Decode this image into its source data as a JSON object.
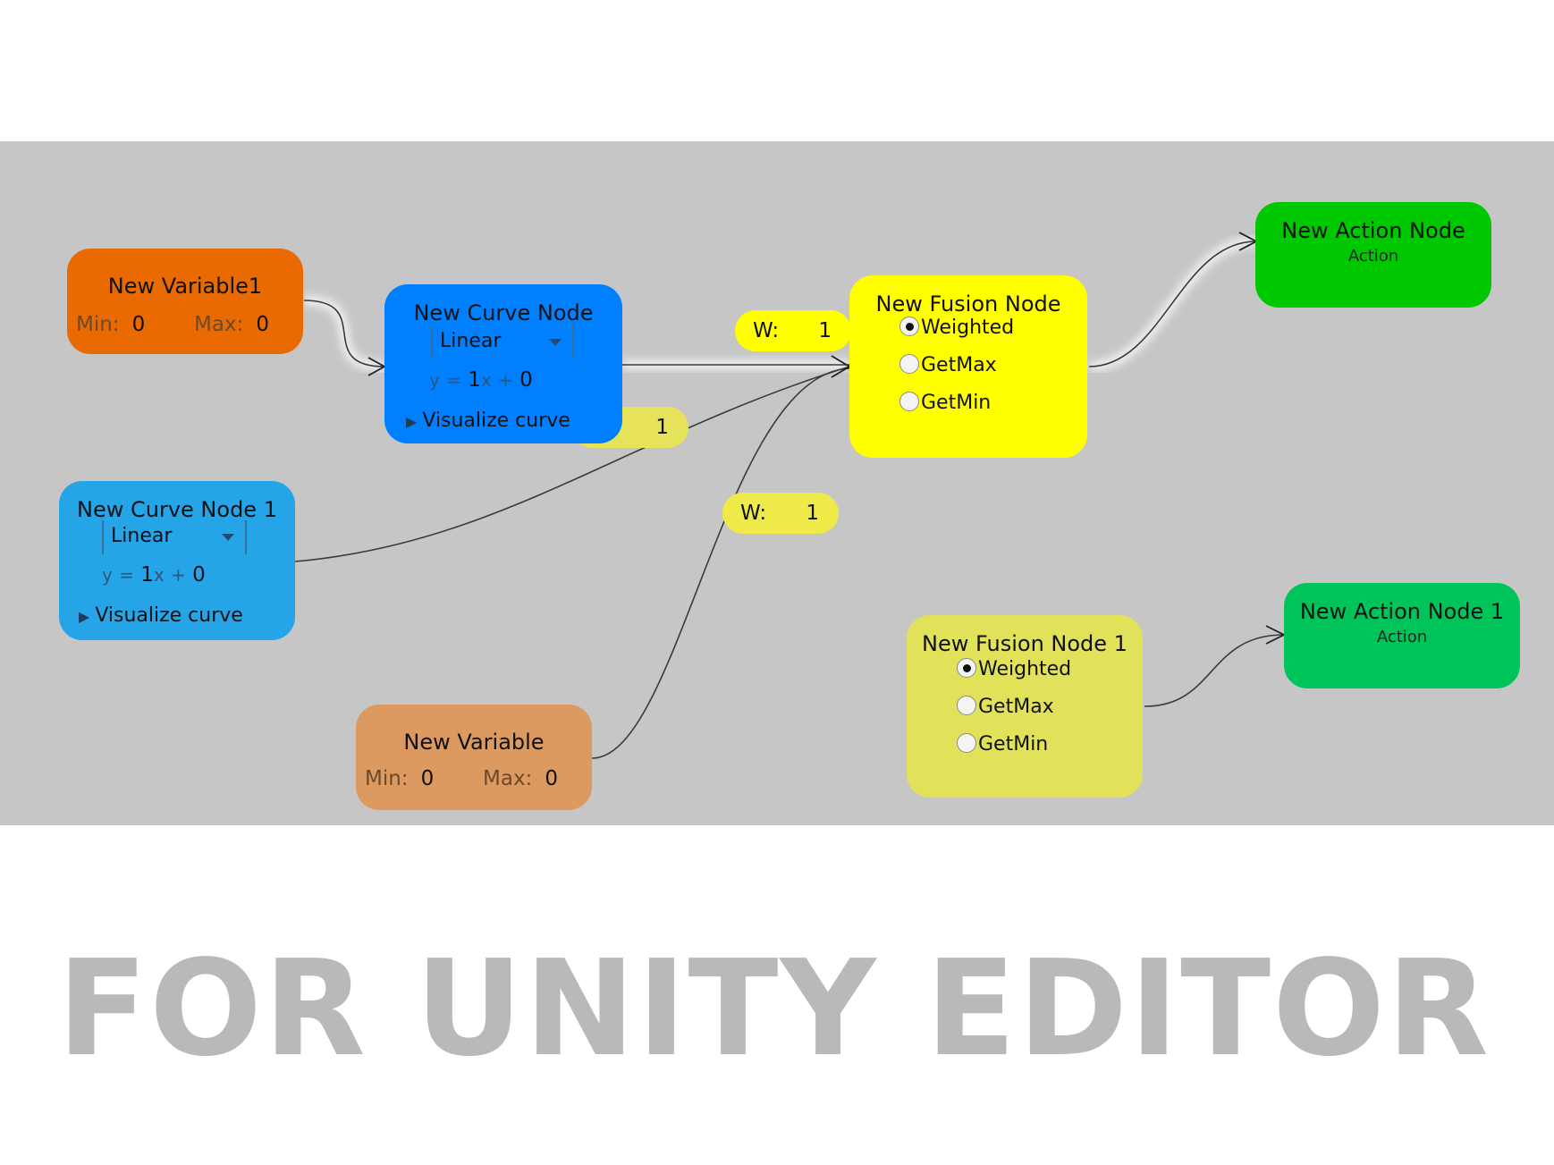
{
  "nodes": {
    "variable1": {
      "title": "New Variable1",
      "min_label": "Min:",
      "min": "0",
      "max_label": "Max:",
      "max": "0",
      "color": "#e86a00"
    },
    "variable": {
      "title": "New Variable",
      "min_label": "Min:",
      "min": "0",
      "max_label": "Max:",
      "max": "0",
      "color": "#dc9a60"
    },
    "curve": {
      "title": "New Curve Node",
      "mode": "Linear",
      "eq_y": "y",
      "eq_eq": "=",
      "eq_a": "1",
      "eq_x": "x",
      "eq_plus": "+",
      "eq_b": "0",
      "visualize": "Visualize curve",
      "color": "#0080ff"
    },
    "curve1": {
      "title": "New Curve Node 1",
      "mode": "Linear",
      "eq_y": "y",
      "eq_eq": "=",
      "eq_a": "1",
      "eq_x": "x",
      "eq_plus": "+",
      "eq_b": "0",
      "visualize": "Visualize curve",
      "color": "#26a4e8"
    },
    "fusion": {
      "title": "New Fusion Node",
      "options": [
        "Weighted",
        "GetMax",
        "GetMin"
      ],
      "selected": "Weighted",
      "color": "#ffff00"
    },
    "fusion1": {
      "title": "New Fusion Node 1",
      "options": [
        "Weighted",
        "GetMax",
        "GetMin"
      ],
      "selected": "Weighted",
      "color": "#e2e25a"
    },
    "action": {
      "title": "New Action Node",
      "subtitle": "Action",
      "color": "#00c800"
    },
    "action1": {
      "title": "New Action Node 1",
      "subtitle": "Action",
      "color": "#00c45a"
    }
  },
  "weights": [
    {
      "label": "W:",
      "value": "1"
    },
    {
      "label": "",
      "value": "1"
    },
    {
      "label": "W:",
      "value": "1"
    }
  ],
  "tagline": "FOR UNITY EDITOR",
  "canvas_color": "#c6c6c6"
}
